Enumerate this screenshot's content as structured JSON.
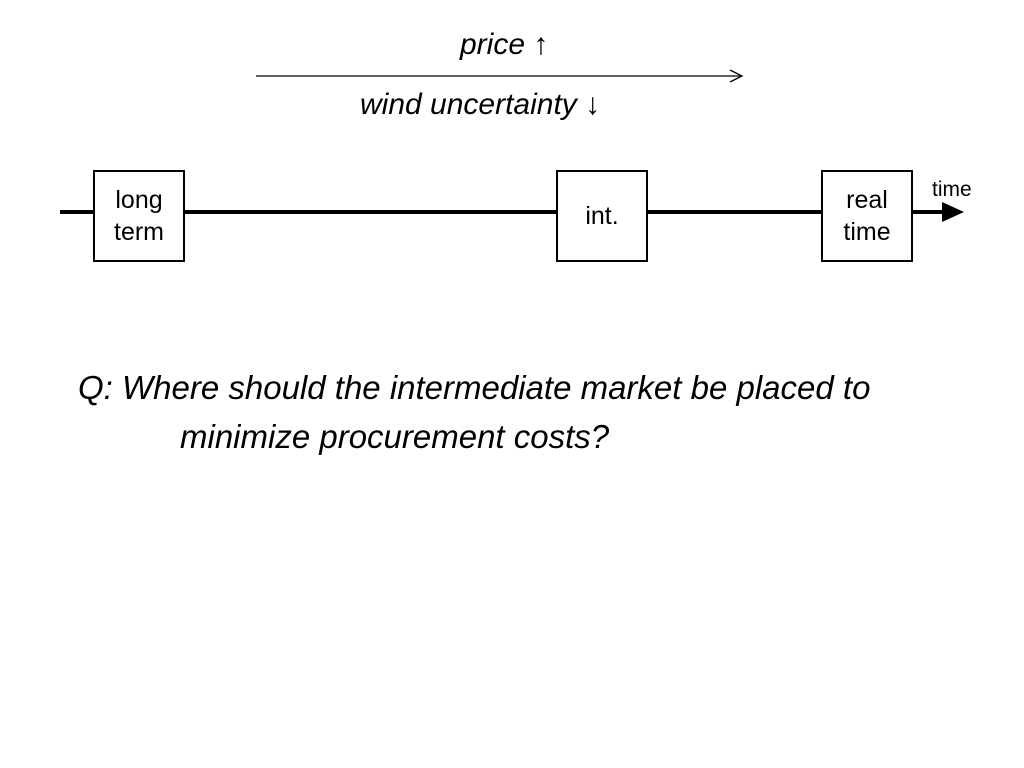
{
  "trend": {
    "top_label": "price ↑",
    "bottom_label": "wind uncertainty ↓"
  },
  "timeline": {
    "axis_label": "time",
    "markets": [
      {
        "id": "long-term",
        "label": "long\nterm"
      },
      {
        "id": "intermediate",
        "label": "int."
      },
      {
        "id": "real-time",
        "label": "real\ntime"
      }
    ]
  },
  "question": {
    "line1": "Q: Where should the intermediate market be placed to",
    "line2": "minimize procurement costs?"
  }
}
